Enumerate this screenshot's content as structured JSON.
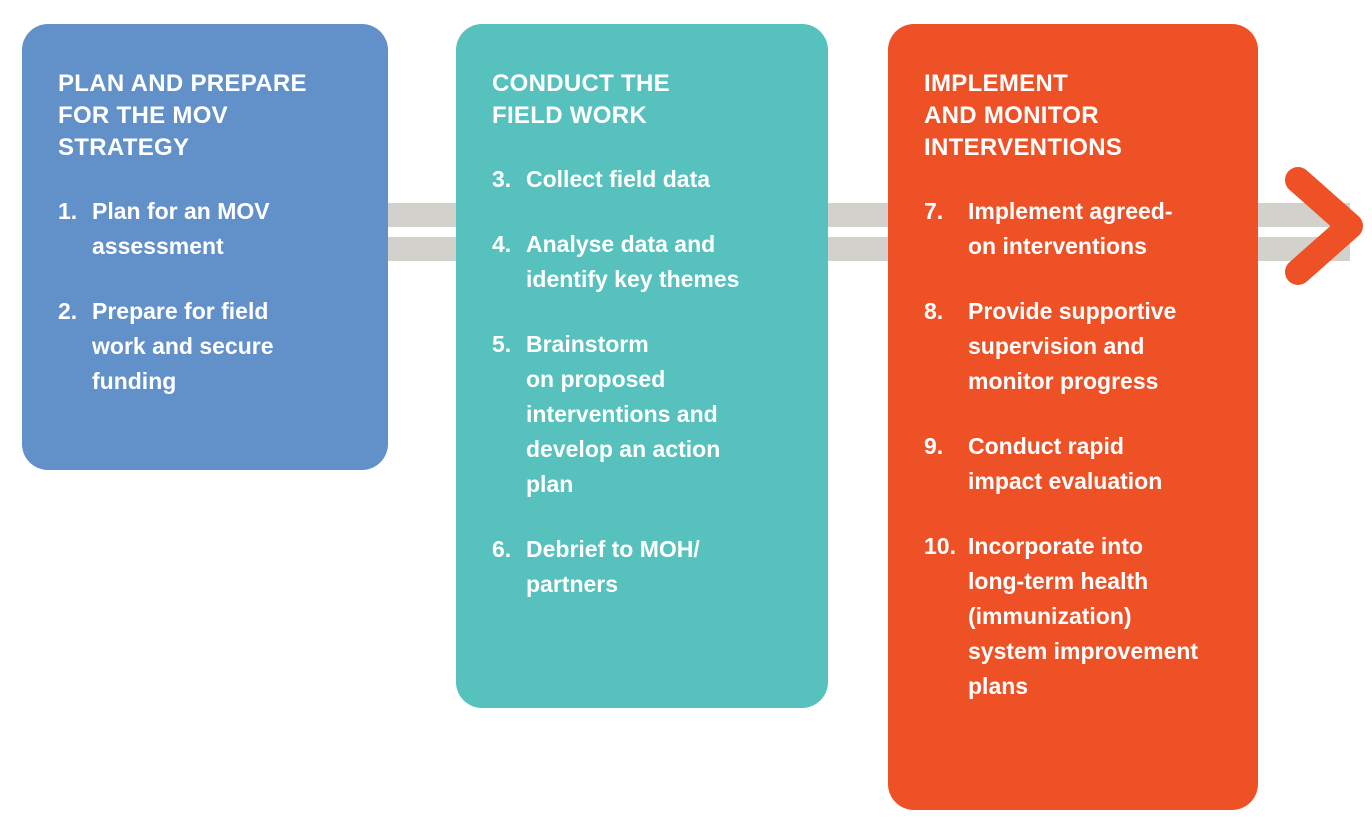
{
  "diagram": {
    "title": "MOV strategy three-phase process flow",
    "background": "#ffffff",
    "connector_color": "#d3d1cb",
    "arrow_color": "#ee5126",
    "stages": [
      {
        "id": "plan",
        "title": "PLAN AND PREPARE\nFOR THE MOV\nSTRATEGY",
        "color": "#6291c9",
        "steps": [
          {
            "num": "1.",
            "text": "Plan for an MOV\nassessment"
          },
          {
            "num": "2.",
            "text": "Prepare for field\nwork and secure\nfunding"
          }
        ]
      },
      {
        "id": "conduct",
        "title": "CONDUCT THE\nFIELD WORK",
        "color": "#57c1be",
        "steps": [
          {
            "num": "3.",
            "text": "Collect field data"
          },
          {
            "num": "4.",
            "text": "Analyse data and\nidentify key themes"
          },
          {
            "num": "5.",
            "text": "Brainstorm\non proposed\ninterventions  and\ndevelop an action\nplan"
          },
          {
            "num": "6.",
            "text": "Debrief to MOH/\npartners"
          }
        ]
      },
      {
        "id": "implement",
        "title": "IMPLEMENT\nAND MONITOR\nINTERVENTIONS",
        "color": "#ee5126",
        "steps": [
          {
            "num": "7.",
            "text": "Implement agreed-\non interventions"
          },
          {
            "num": "8.",
            "text": "Provide supportive\nsupervision and\nmonitor progress"
          },
          {
            "num": "9.",
            "text": "Conduct rapid\nimpact evaluation"
          },
          {
            "num": "10.",
            "text": "Incorporate into\nlong-term  health\n(immunization)\nsystem improvement\nplans"
          }
        ]
      }
    ]
  }
}
